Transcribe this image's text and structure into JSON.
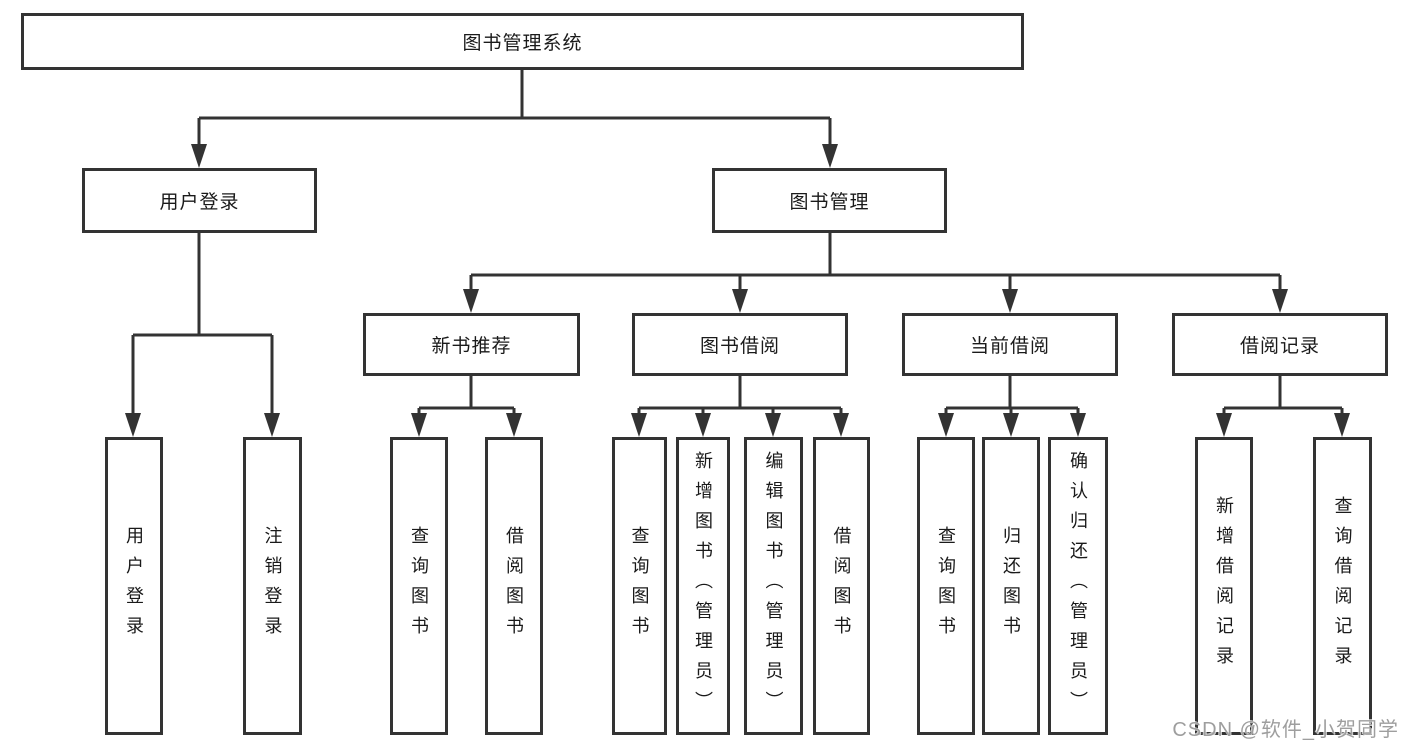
{
  "title": {
    "label": "图书管理系统"
  },
  "branches": {
    "user_login": {
      "label": "用户登录"
    },
    "book_mgmt": {
      "label": "图书管理"
    }
  },
  "modules": {
    "new_book_rec": {
      "label": "新书推荐"
    },
    "book_borrow": {
      "label": "图书借阅"
    },
    "current_borrow": {
      "label": "当前借阅"
    },
    "borrow_records": {
      "label": "借阅记录"
    }
  },
  "leaves": {
    "user_login": {
      "label": "用户登录"
    },
    "logout": {
      "label": "注销登录"
    },
    "nbr_query_books": {
      "label": "查询图书"
    },
    "nbr_borrow_books": {
      "label": "借阅图书"
    },
    "bb_query_books": {
      "label": "查询图书"
    },
    "bb_add_books": {
      "label": "新增图书（管理员）"
    },
    "bb_edit_books": {
      "label": "编辑图书（管理员）"
    },
    "bb_borrow_books": {
      "label": "借阅图书"
    },
    "cb_query_books": {
      "label": "查询图书"
    },
    "cb_return_books": {
      "label": "归还图书"
    },
    "cb_confirm_return": {
      "label": "确认归还（管理员）"
    },
    "br_add_record": {
      "label": "新增借阅记录"
    },
    "br_query_record": {
      "label": "查询借阅记录"
    }
  },
  "watermark": {
    "text": "CSDN @软件_小贺同学"
  },
  "colors": {
    "line": "#333333",
    "text": "#1a1a1a",
    "background": "#ffffff",
    "watermark": "#9e9e9e"
  }
}
